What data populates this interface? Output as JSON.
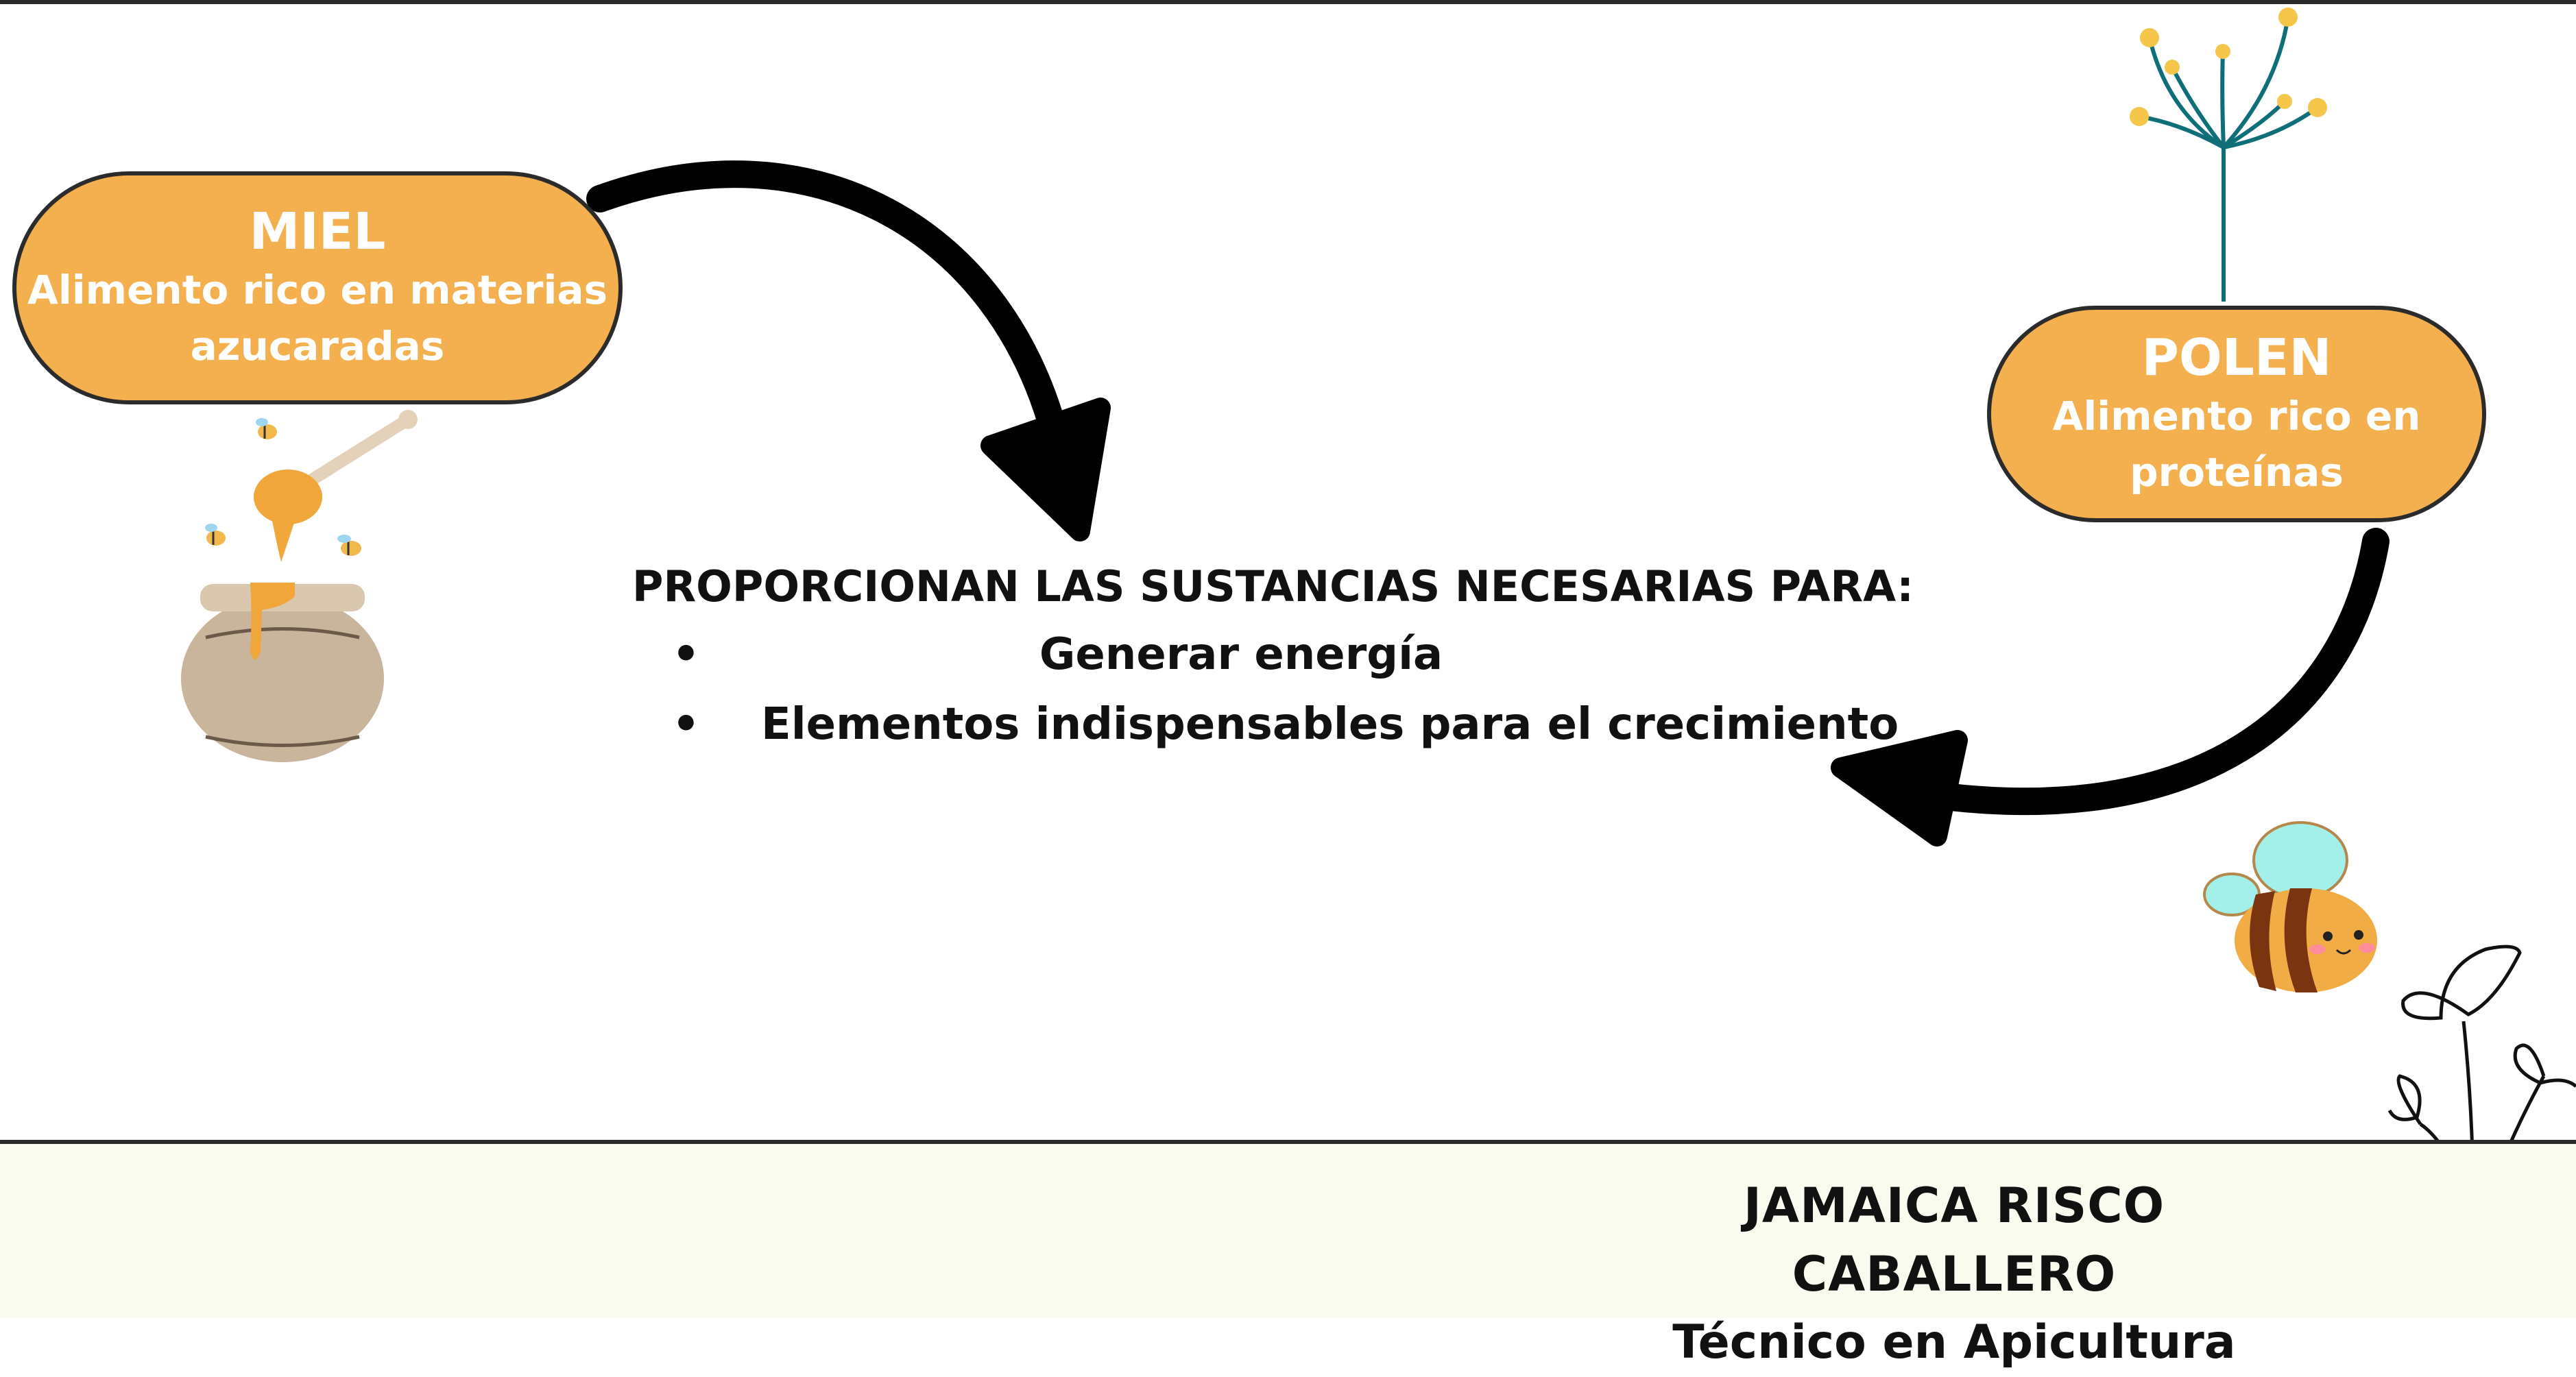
{
  "nodes": {
    "miel": {
      "title": "MIEL",
      "description": "Alimento rico en materias azucaradas"
    },
    "polen": {
      "title": "POLEN",
      "description": "Alimento rico en proteínas"
    }
  },
  "center": {
    "heading": "PROPORCIONAN LAS SUSTANCIAS NECESARIAS PARA:",
    "items": [
      "Generar energía",
      "Elementos indispensables para el crecimiento"
    ]
  },
  "footer": {
    "name": "JAMAICA RISCO CABALLERO",
    "role": "Técnico en Apicultura"
  },
  "colors": {
    "pill_fill": "#f4b04f",
    "pill_border": "#2b2b2b",
    "arrow": "#000000",
    "footer_bg": "#f8fbed"
  },
  "icons": [
    "honey-pot-icon",
    "honey-dipper-icon",
    "small-bee-icon",
    "dandelion-icon",
    "cartoon-bee-icon",
    "line-flower-icon"
  ]
}
